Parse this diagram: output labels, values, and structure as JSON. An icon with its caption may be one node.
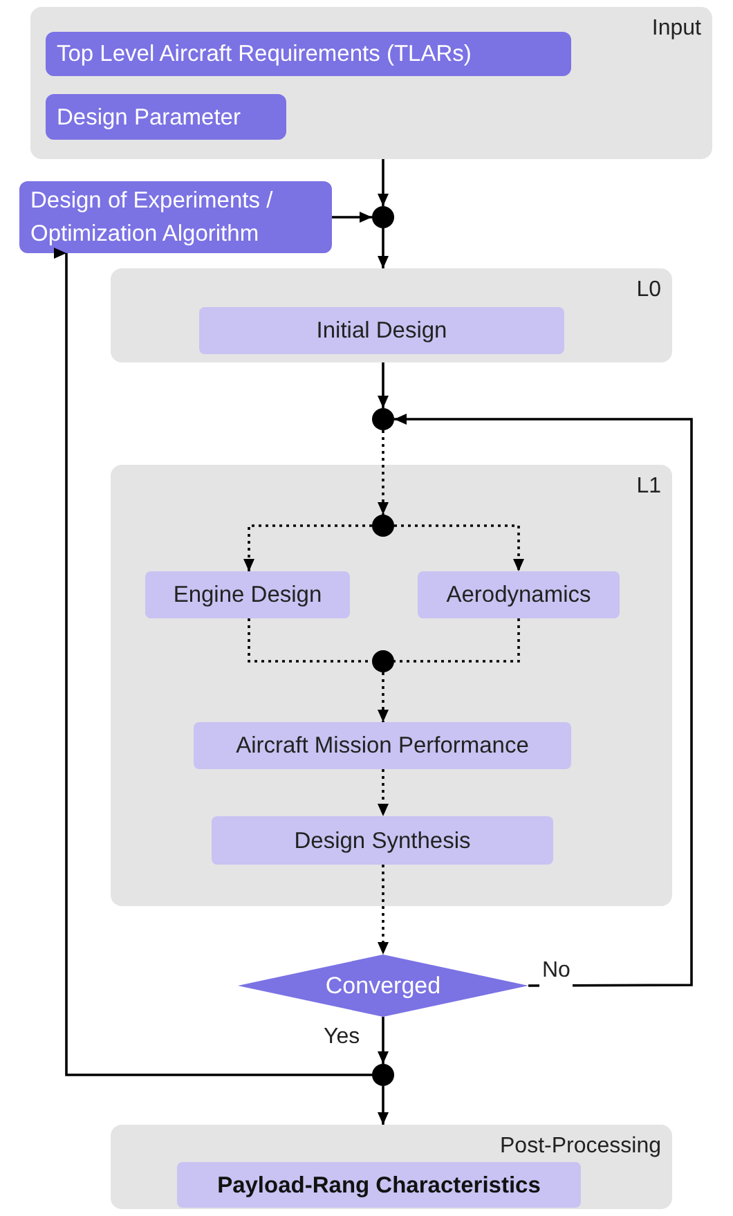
{
  "diagram": {
    "nodes": [
      {
        "text": [
          "Input"
        ]
      },
      {
        "text": [
          "Top Level Aircraft Requirements (TLARs)"
        ],
        "in": 0
      },
      {
        "text": [
          "Design Parameter"
        ],
        "in": 0
      },
      {
        "text": [
          "Design of Experiments / Optimization Algorithm"
        ]
      },
      {
        "text": [],
        "shape": "circle"
      },
      {
        "text": [
          "L0"
        ]
      },
      {
        "text": [
          "Initial Design"
        ],
        "in": 5
      },
      {
        "text": [],
        "shape": "circle"
      },
      {
        "text": [
          "L1"
        ]
      },
      {
        "text": [],
        "shape": "circle",
        "in": 8
      },
      {
        "text": [
          "Engine Design"
        ],
        "in": 8
      },
      {
        "text": [
          "Aerodynamics"
        ],
        "in": 8
      },
      {
        "text": [],
        "shape": "circle",
        "in": 8
      },
      {
        "text": [
          "Aircraft Mission Performance"
        ],
        "in": 8
      },
      {
        "text": [
          "Design Synthesis"
        ],
        "in": 8
      },
      {
        "text": [
          "Converged"
        ]
      },
      {
        "text": [],
        "shape": "circle"
      },
      {
        "text": [
          "Post-Processing"
        ]
      },
      {
        "text": [
          "Payload-Rang Characteristics"
        ],
        "in": 17
      }
    ],
    "edges": [
      {
        "from": 0,
        "to": 4,
        "arrow": "to"
      },
      {
        "from": 3,
        "to": 4,
        "arrow": "to"
      },
      {
        "from": 4,
        "to": 5,
        "arrow": "to"
      },
      {
        "from": 5,
        "to": 7,
        "arrow": "to"
      },
      {
        "from": 7,
        "to": 9,
        "arrow": "to",
        "style": "dashed"
      },
      {
        "from": 9,
        "to": 10,
        "arrow": "to",
        "style": "dashed"
      },
      {
        "from": 9,
        "to": 11,
        "arrow": "to",
        "style": "dashed"
      },
      {
        "from": 10,
        "to": 12,
        "arrow": "none",
        "style": "dashed"
      },
      {
        "from": 11,
        "to": 12,
        "arrow": "none",
        "style": "dashed"
      },
      {
        "from": 12,
        "to": 13,
        "arrow": "to",
        "style": "dashed"
      },
      {
        "from": 13,
        "to": 14,
        "arrow": "to",
        "style": "dashed"
      },
      {
        "from": 14,
        "to": 15,
        "arrow": "to",
        "style": "dashed"
      },
      {
        "from": 15,
        "to": 7,
        "arrow": "to",
        "label": "No"
      },
      {
        "from": 15,
        "to": 16,
        "arrow": "to",
        "label": "Yes"
      },
      {
        "from": 16,
        "to": 3,
        "arrow": "to"
      },
      {
        "from": 16,
        "to": 17,
        "arrow": "to"
      }
    ]
  }
}
